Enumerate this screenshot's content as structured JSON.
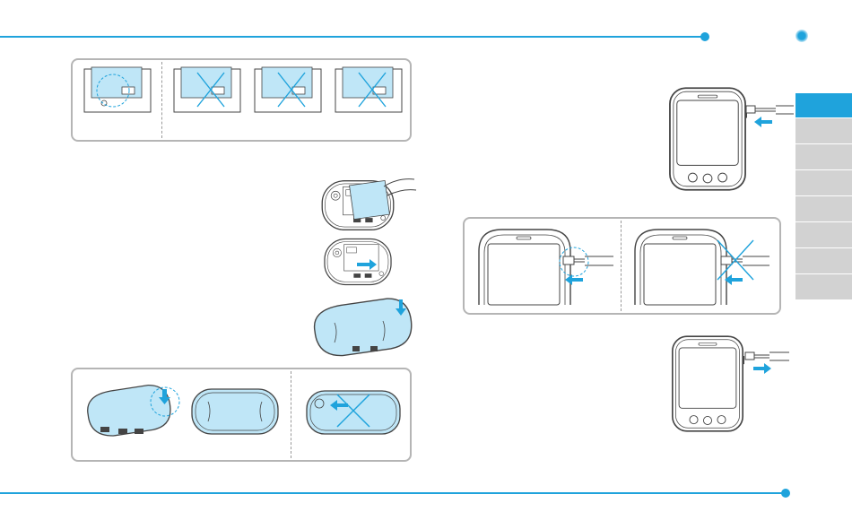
{
  "page": {
    "accent_color": "#1fa3dc",
    "line_color": "#444444",
    "tint_color": "#bfe6f7"
  },
  "icons": {
    "arrow": "arrow-icon",
    "cross": "cross-icon",
    "highlight": "dashed-circle-icon"
  },
  "side_tabs": {
    "count": 8,
    "active_index": 0
  },
  "figures": [
    "battery-cover-closed-ok",
    "battery-cover-wrong-1",
    "battery-cover-wrong-2",
    "battery-cover-wrong-3",
    "insert-battery",
    "lock-battery",
    "attach-back-cover",
    "cover-latch-correct",
    "cover-closed",
    "cover-latch-wrong",
    "phone-charger-connect",
    "charger-correct-orientation",
    "charger-wrong-orientation",
    "phone-charger-disconnect"
  ]
}
